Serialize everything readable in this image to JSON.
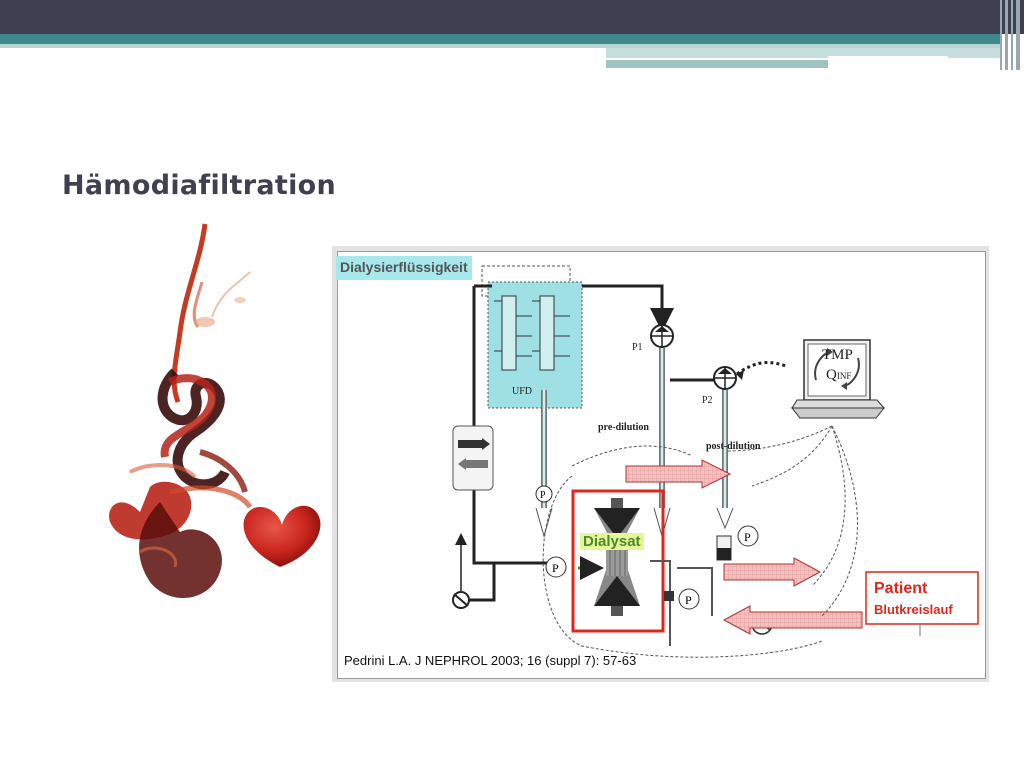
{
  "slide": {
    "title": "Hämodiafiltration"
  },
  "diagram": {
    "header_label": "Dialysierflüssigkeit",
    "ufd_label": "UFD",
    "p1_label": "P1",
    "p2_label": "P2",
    "pre_dilution_label": "pre-dilution",
    "post_dilution_label": "post-dilution",
    "dialysat_label": "Dialysat",
    "pump_label": "P",
    "monitor": {
      "tmp_label": "TMP",
      "qinf_label": "Q",
      "qinf_sub": "INF"
    },
    "patient_label": "Patient",
    "blood_circuit_label": "Blutkreislauf",
    "citation": "Pedrini L.A. J NEPHROL 2003; 16 (suppl 7): 57-63"
  },
  "colors": {
    "top_bar": "#3f3f52",
    "accent_teal": "#3d8a8a",
    "title_text": "#404050",
    "patient_red": "#e0261b",
    "ufd_cyan": "#9ee0e4",
    "dialysat_highlight": "#e6f59a",
    "blood_arrow_fill": "#f4b4b4"
  },
  "icons": [
    "ink-heart-illustration",
    "pump-icon",
    "valve-icon",
    "laptop-monitor-icon",
    "exchanger-icon",
    "dialyzer-icon"
  ]
}
